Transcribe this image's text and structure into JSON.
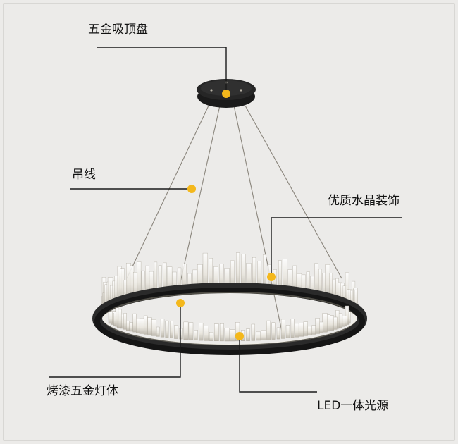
{
  "labels": {
    "ceiling_plate": "五金吸顶盘",
    "hanging_wire": "吊线",
    "crystal_decor": "优质水晶装饰",
    "painted_body": "烤漆五金灯体",
    "led_source": "LED一体光源"
  },
  "colors": {
    "background": "#ecebe9",
    "metal": "#1f1f1f",
    "leader_line": "#1a1a1a",
    "dot": "#f4b81c",
    "crystal": "#f4f2ec",
    "wire": "#8a857c"
  }
}
